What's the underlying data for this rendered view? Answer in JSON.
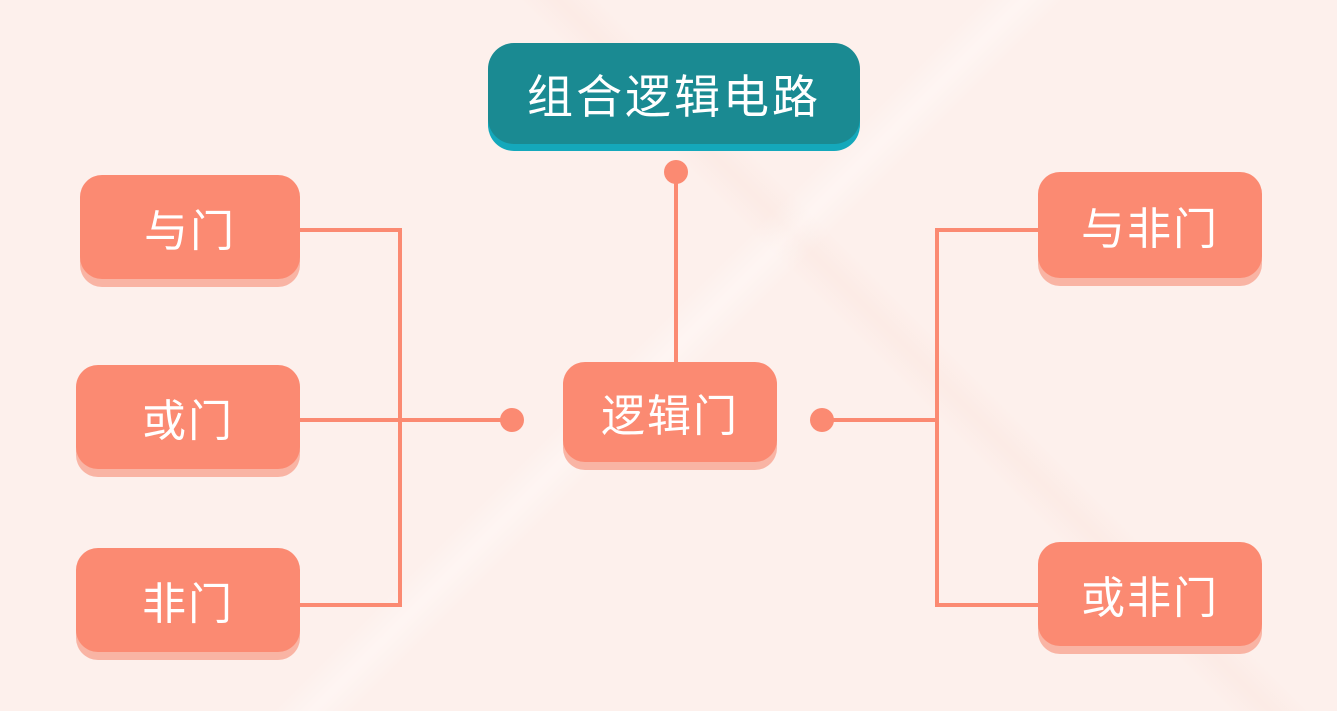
{
  "title": "组合逻辑电路",
  "center": "逻辑门",
  "left": [
    "与门",
    "或门",
    "非门"
  ],
  "right": [
    "与非门",
    "或非门"
  ],
  "colors": {
    "node": "#fb8a72",
    "title": "#1a8a92",
    "background": "#fdf0ec"
  }
}
